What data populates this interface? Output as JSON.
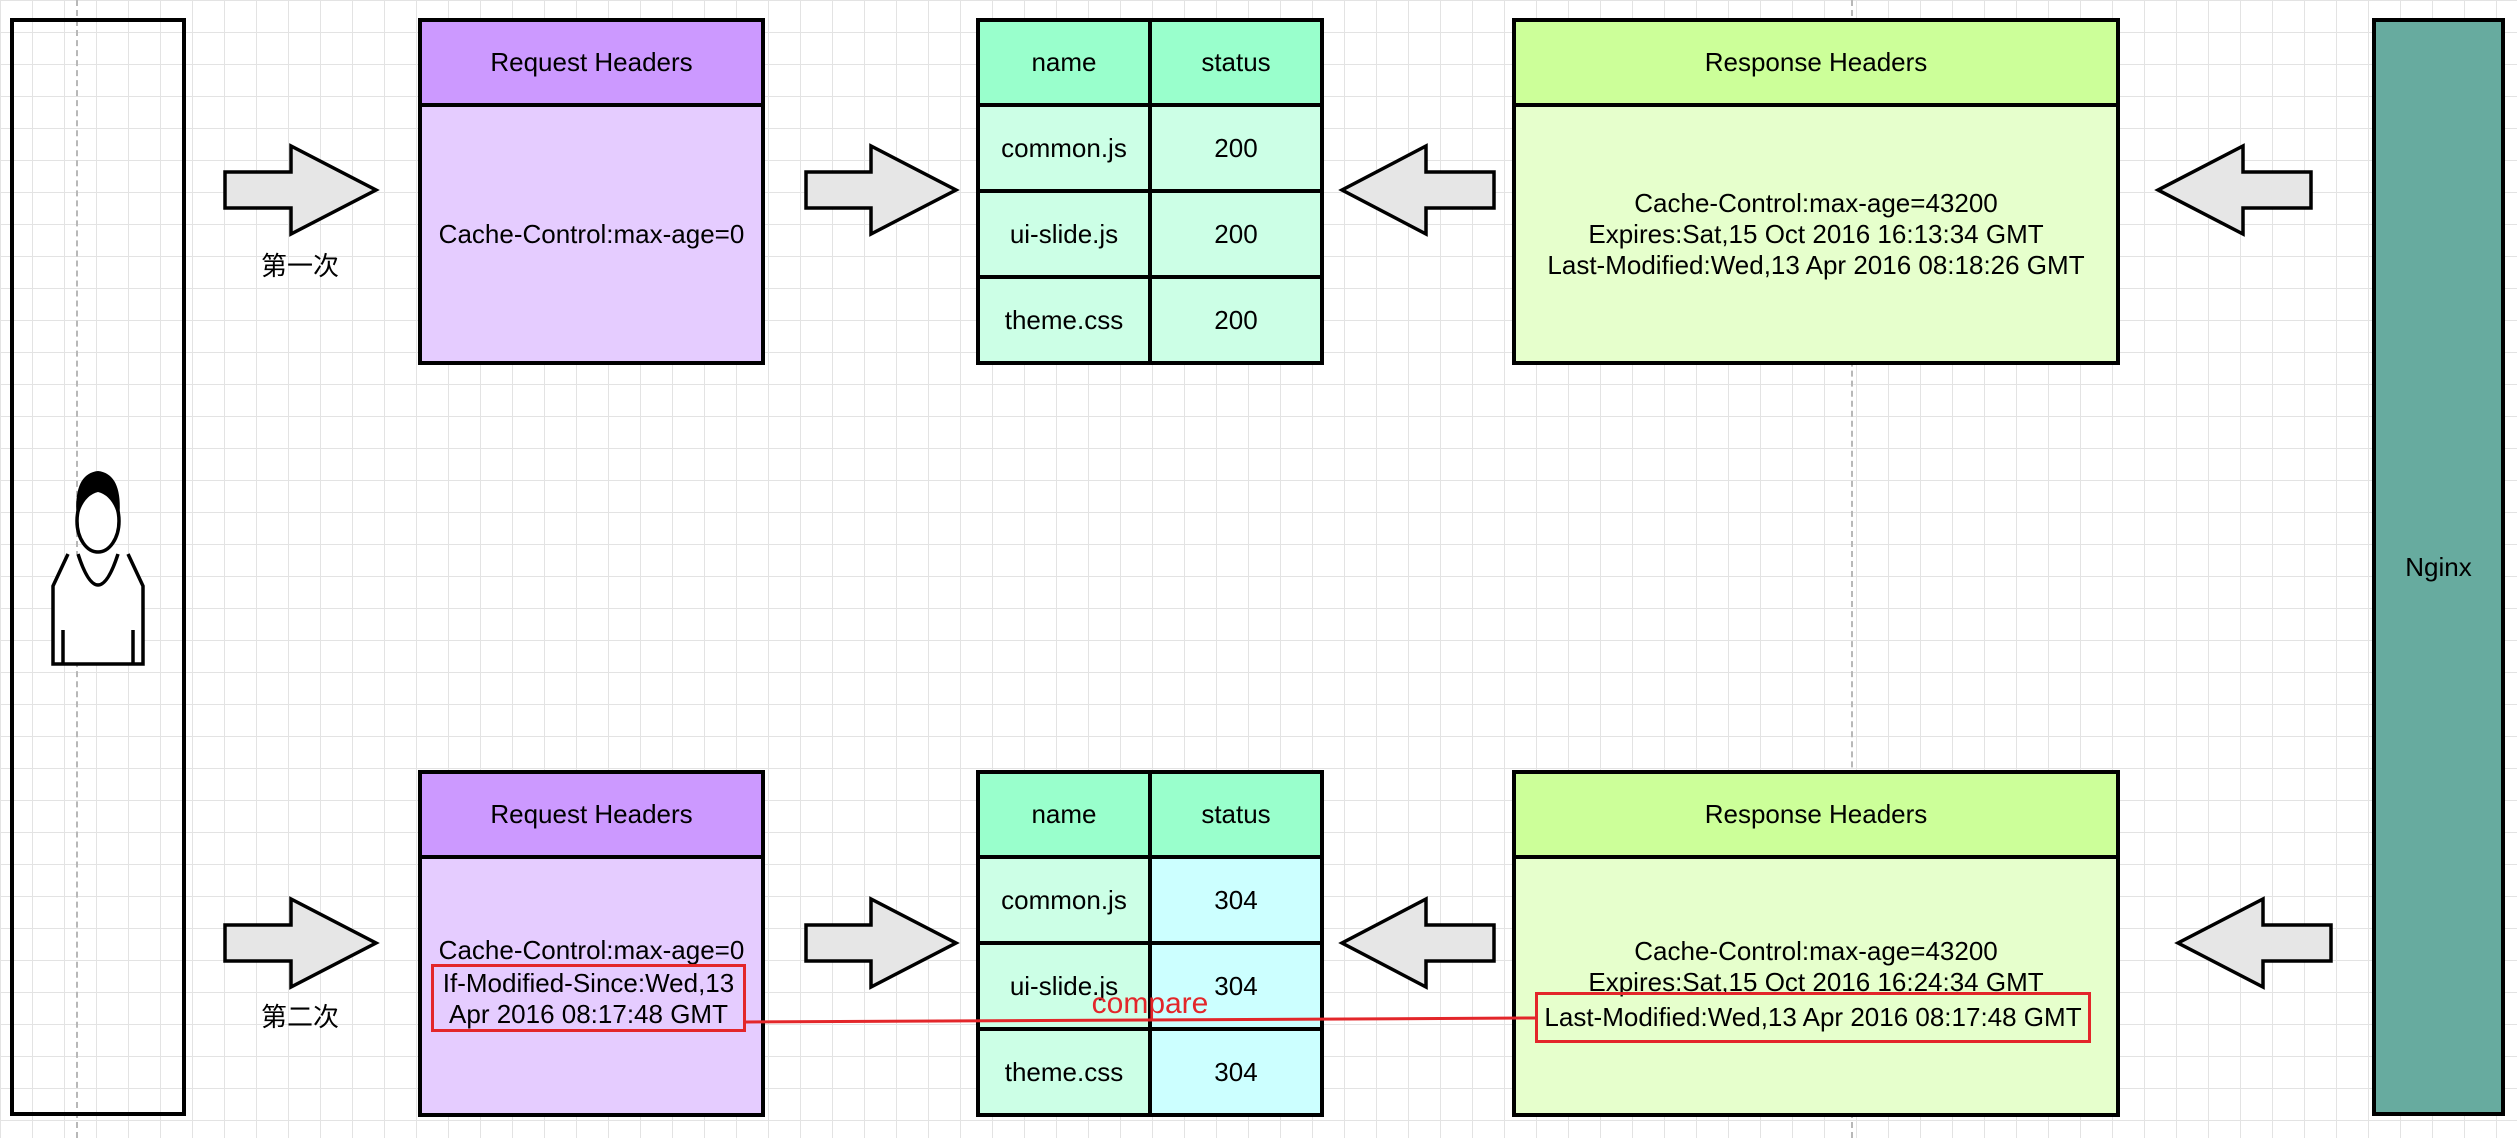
{
  "client": {
    "icon": "person-icon"
  },
  "server": {
    "label": "Nginx"
  },
  "first_request": {
    "label": "第一次",
    "request_headers": {
      "title": "Request Headers",
      "lines": [
        "Cache-Control:max-age=0"
      ]
    },
    "table": {
      "columns": [
        "name",
        "status"
      ],
      "rows": [
        {
          "name": "common.js",
          "status": "200"
        },
        {
          "name": "ui-slide.js",
          "status": "200"
        },
        {
          "name": "theme.css",
          "status": "200"
        }
      ]
    },
    "response_headers": {
      "title": "Response Headers",
      "lines": [
        "Cache-Control:max-age=43200",
        "Expires:Sat,15 Oct 2016 16:13:34 GMT",
        "Last-Modified:Wed,13 Apr 2016 08:18:26 GMT"
      ]
    }
  },
  "second_request": {
    "label": "第二次",
    "request_headers": {
      "title": "Request Headers",
      "line1": "Cache-Control:max-age=0",
      "highlight_line1": "If-Modified-Since:Wed,13",
      "highlight_line2": "Apr 2016 08:17:48 GMT"
    },
    "table": {
      "columns": [
        "name",
        "status"
      ],
      "rows": [
        {
          "name": "common.js",
          "status": "304"
        },
        {
          "name": "ui-slide.js",
          "status": "304"
        },
        {
          "name": "theme.css",
          "status": "304"
        }
      ]
    },
    "response_headers": {
      "title": "Response Headers",
      "line1": "Cache-Control:max-age=43200",
      "line2": "Expires:Sat,15 Oct 2016 16:24:34 GMT",
      "highlight_line": "Last-Modified:Wed,13 Apr 2016 08:17:48 GMT"
    },
    "compare_label": "compare"
  },
  "colors": {
    "request_header": "#cc99ff",
    "request_body": "#e5ccff",
    "table_header": "#99ffcc",
    "table_cell": "#ccffe6",
    "table_cell_304": "#ccffff",
    "response_header": "#ccff99",
    "response_body": "#e6ffcc",
    "nginx": "#67ab9f",
    "highlight": "#e3262a",
    "arrow_fill": "#e6e6e6"
  }
}
